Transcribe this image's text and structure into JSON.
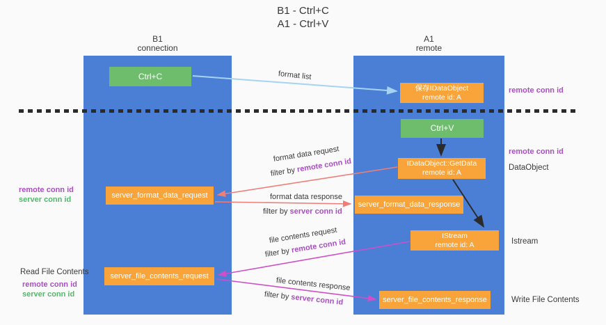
{
  "title": {
    "line1": "B1 - Ctrl+C",
    "line2": "A1 - Ctrl+V"
  },
  "columns": {
    "left": {
      "name": "B1",
      "role": "connection"
    },
    "right": {
      "name": "A1",
      "role": "remote"
    }
  },
  "boxes": {
    "ctrl_c": {
      "label": "Ctrl+C"
    },
    "save_idataobject": {
      "line1": "保存IDataObject",
      "line2": "remote id: A"
    },
    "ctrl_v": {
      "label": "Ctrl+V"
    },
    "getdata": {
      "line1": "IDataObject::GetData",
      "line2": "remote id: A"
    },
    "format_request": {
      "label": "server_format_data_request"
    },
    "format_response": {
      "label": "server_format_data_response"
    },
    "istream": {
      "line1": "IStream",
      "line2": "remote id: A"
    },
    "file_request": {
      "label": "server_file_contents_request"
    },
    "file_response": {
      "label": "server_file_contents_response"
    }
  },
  "arrow_labels": {
    "format_list": "format list",
    "format_data_request": "format data request",
    "format_data_response": "format data response",
    "file_contents_request": "file contents request",
    "file_contents_response": "file contents response",
    "filter_by": "filter by ",
    "remote_conn_id": "remote conn id",
    "server_conn_id": "server conn id"
  },
  "annotations": {
    "remote_conn_id": "remote conn id",
    "server_conn_id": "server conn id",
    "read_file_contents": "Read File Contents",
    "write_file_contents": "Write File Contents",
    "dataobject": "DataObject",
    "istream": "Istream"
  },
  "colors": {
    "column_blue": "#4a7fd5",
    "box_green": "#6dbd6d",
    "box_orange": "#f8a43a",
    "arrow_light_blue": "#a5d3f2",
    "arrow_salmon": "#ee7e79",
    "arrow_magenta": "#ce50c8",
    "arrow_black": "#2b2b2b",
    "text_purple": "#a94fc2",
    "text_green": "#53b86a"
  }
}
